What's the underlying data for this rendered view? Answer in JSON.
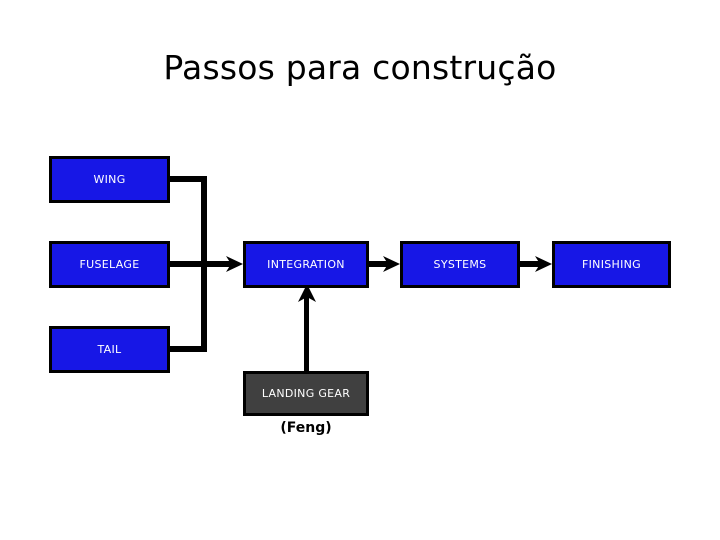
{
  "slide": {
    "title": "Passos para construção",
    "background_color": "#ffffff",
    "node_fill_blue": "#1717e6",
    "node_fill_gray": "#404040",
    "node_border_color": "#000000",
    "node_text_color": "#ffffff",
    "connector_color": "#000000"
  },
  "nodes": {
    "wing": {
      "label": "WING"
    },
    "fuselage": {
      "label": "FUSELAGE"
    },
    "tail": {
      "label": "TAIL"
    },
    "integration": {
      "label": "INTEGRATION"
    },
    "systems": {
      "label": "SYSTEMS"
    },
    "finishing": {
      "label": "FINISHING"
    },
    "landing_gear": {
      "label": "LANDING GEAR"
    }
  },
  "annotations": {
    "credit": "(Feng)"
  }
}
